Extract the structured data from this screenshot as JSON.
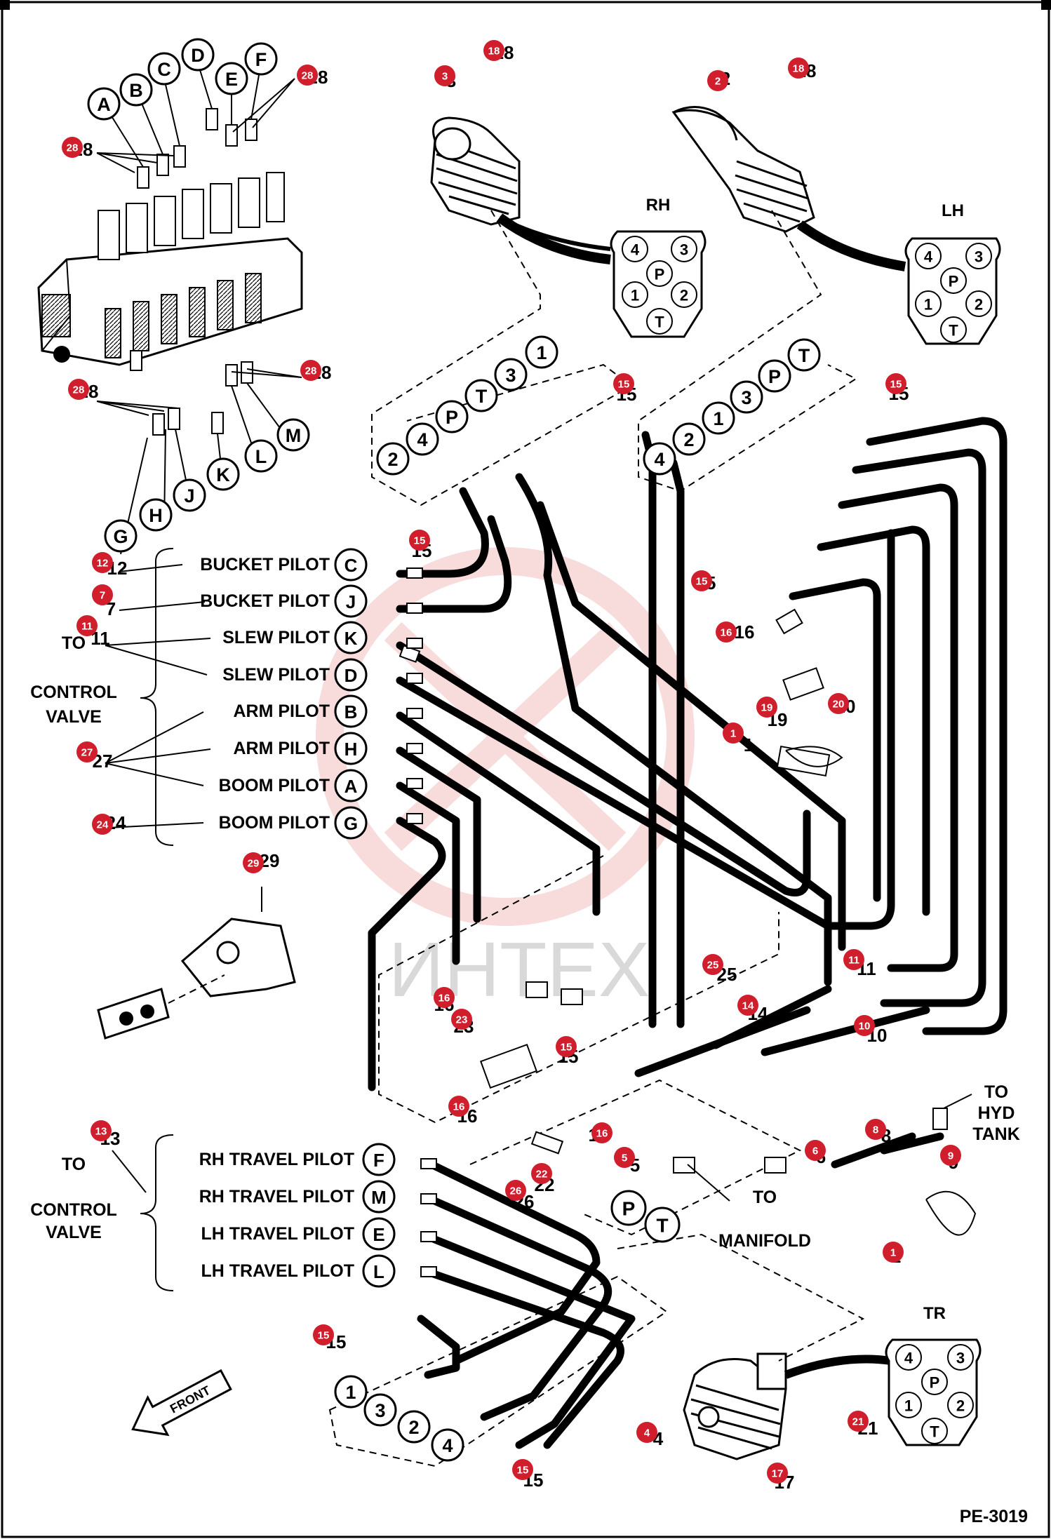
{
  "drawing_id": "PE-3019",
  "watermark": "ИНТЕХ",
  "connectors": [
    {
      "title": "RH",
      "pins": [
        "4",
        "3",
        "P",
        "1",
        "2",
        "T"
      ]
    },
    {
      "title": "LH",
      "pins": [
        "4",
        "3",
        "P",
        "1",
        "2",
        "T"
      ]
    },
    {
      "title": "TR",
      "pins": [
        "4",
        "3",
        "P",
        "1",
        "2",
        "T"
      ]
    }
  ],
  "valve_ports_top": [
    "A",
    "B",
    "C",
    "D",
    "E",
    "F"
  ],
  "valve_ports_bottom": [
    "G",
    "H",
    "J",
    "K",
    "L",
    "M"
  ],
  "group1": {
    "title_line1": "TO",
    "title_line2": "CONTROL",
    "title_line3": "VALVE",
    "rows": [
      {
        "label": "BUCKET PILOT",
        "port": "C"
      },
      {
        "label": "BUCKET PILOT",
        "port": "J"
      },
      {
        "label": "SLEW PILOT",
        "port": "K"
      },
      {
        "label": "SLEW PILOT",
        "port": "D"
      },
      {
        "label": "ARM PILOT",
        "port": "B"
      },
      {
        "label": "ARM PILOT",
        "port": "H"
      },
      {
        "label": "BOOM PILOT",
        "port": "A"
      },
      {
        "label": "BOOM PILOT",
        "port": "G"
      }
    ]
  },
  "group2": {
    "title_line1": "TO",
    "title_line2": "CONTROL",
    "title_line3": "VALVE",
    "rows": [
      {
        "label": "RH TRAVEL PILOT",
        "port": "F"
      },
      {
        "label": "RH TRAVEL PILOT",
        "port": "M"
      },
      {
        "label": "LH TRAVEL PILOT",
        "port": "E"
      },
      {
        "label": "LH TRAVEL PILOT",
        "port": "L"
      }
    ]
  },
  "rh_hose_ports": [
    "2",
    "4",
    "P",
    "T",
    "3",
    "1"
  ],
  "lh_hose_ports": [
    "4",
    "2",
    "1",
    "3",
    "P",
    "T"
  ],
  "tr_hose_ports": [
    "1",
    "3",
    "2",
    "4"
  ],
  "manifold_ports": [
    "P",
    "T"
  ],
  "to_manifold_line1": "TO",
  "to_manifold_line2": "MANIFOLD",
  "to_hyd_tank_line1": "TO",
  "to_hyd_tank_line2": "HYD",
  "to_hyd_tank_line3": "TANK",
  "front_label": "FRONT",
  "callouts": [
    "28",
    "28",
    "28",
    "28",
    "3",
    "18",
    "2",
    "18",
    "15",
    "15",
    "15",
    "15",
    "12",
    "7",
    "11",
    "27",
    "24",
    "16",
    "19",
    "20",
    "1",
    "29",
    "11",
    "25",
    "14",
    "10",
    "16",
    "23",
    "15",
    "16",
    "16",
    "5",
    "6",
    "8",
    "9",
    "22",
    "26",
    "1",
    "13",
    "15",
    "15",
    "4",
    "21",
    "17"
  ],
  "ghost_numbers": [
    "28",
    "28",
    "28",
    "28",
    "3",
    "18",
    "2",
    "18",
    "15",
    "15",
    "15",
    "15",
    "12",
    "7",
    "11",
    "27",
    "24",
    "16",
    "19",
    "20",
    "1",
    "29",
    "11",
    "25",
    "14",
    "10",
    "16",
    "23",
    "15",
    "16",
    "16",
    "5",
    "6",
    "8",
    "9",
    "22",
    "26",
    "1",
    "13",
    "15",
    "15",
    "21",
    "17",
    "4"
  ]
}
